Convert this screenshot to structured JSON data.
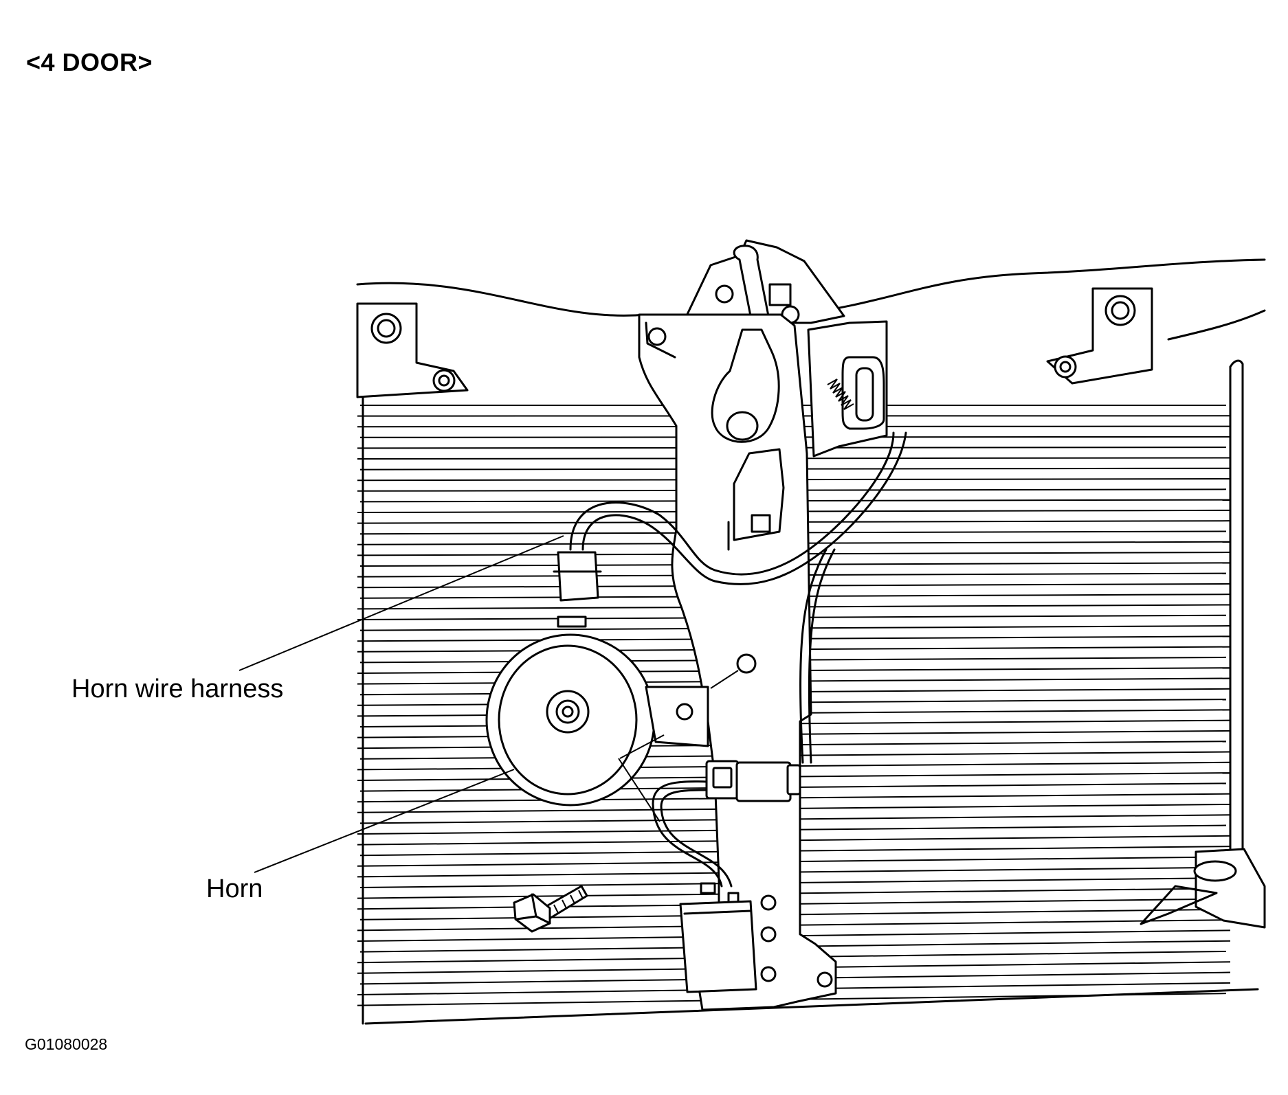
{
  "diagram": {
    "title": "<4 DOOR>",
    "figure_code": "G01080028",
    "callouts": {
      "horn_wire_harness": "Horn wire harness",
      "horn": "Horn"
    }
  }
}
